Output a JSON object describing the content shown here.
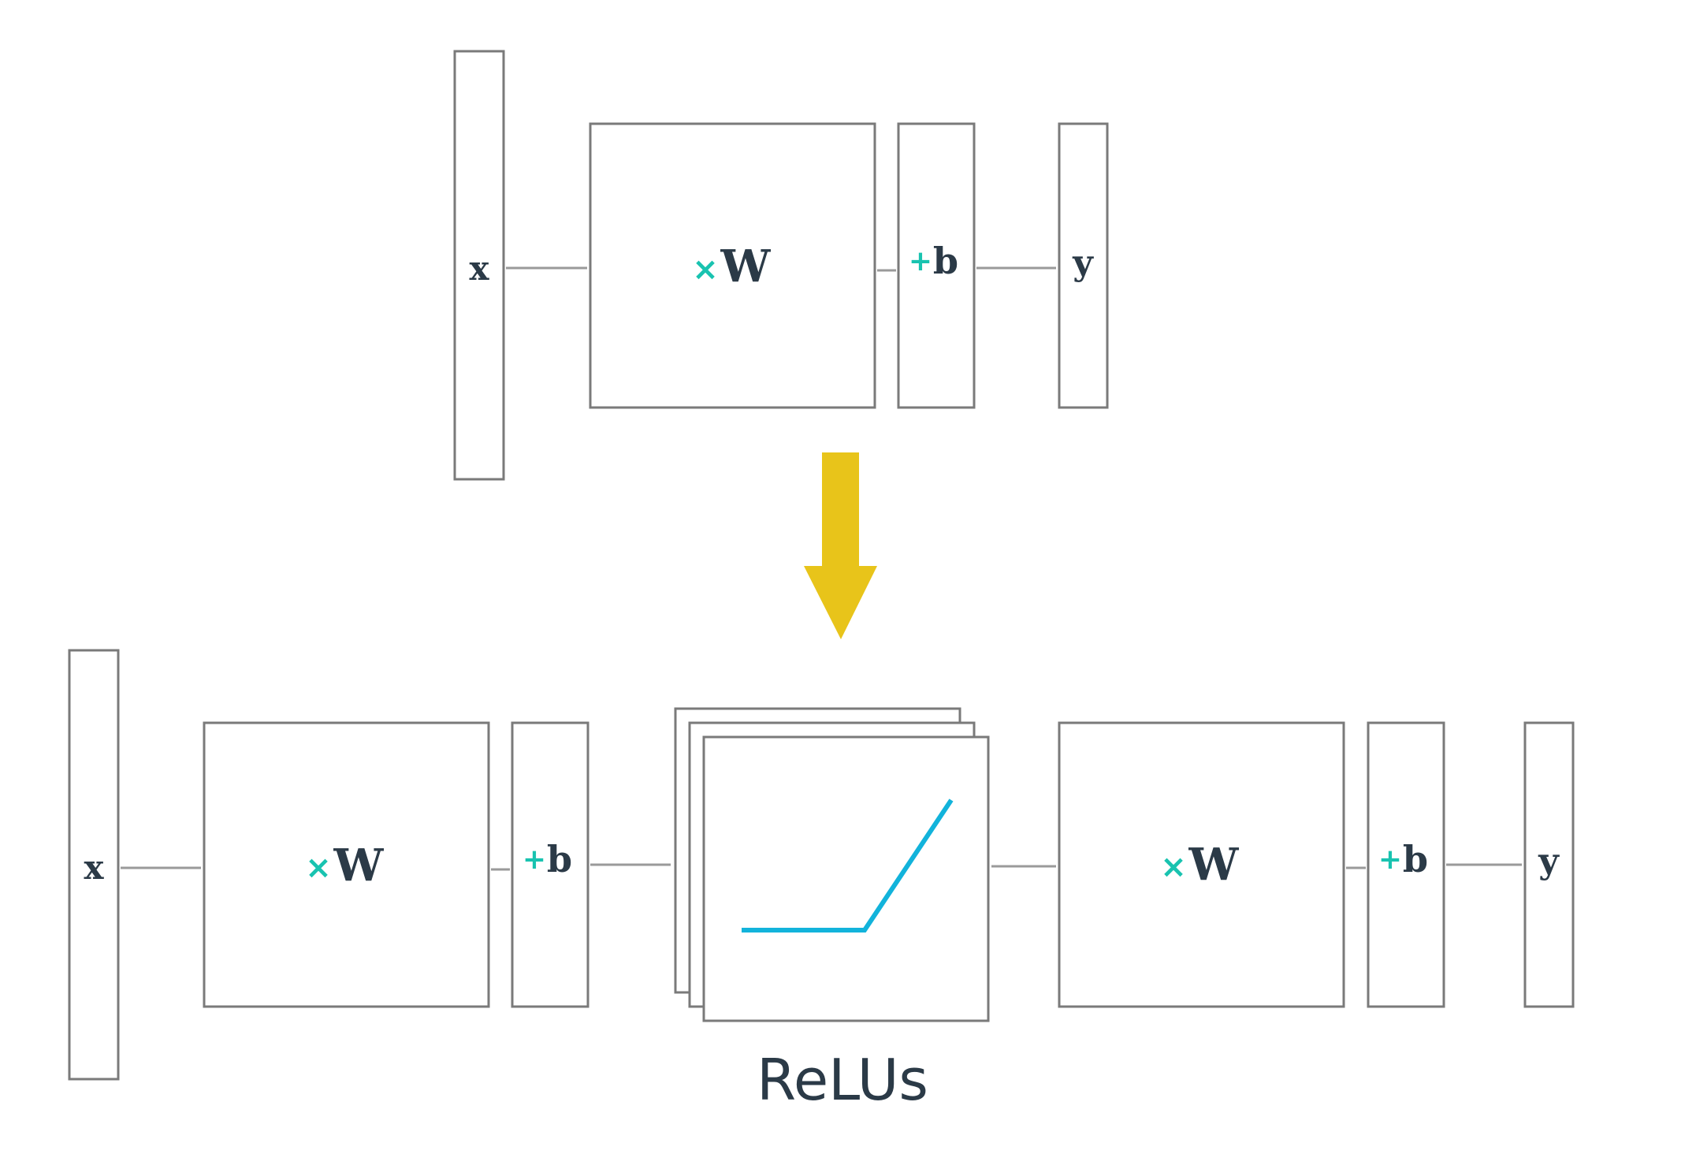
{
  "colors": {
    "box_stroke": "#7a7a7a",
    "wire": "#9a9a9a",
    "symbol_text": "#2b3a47",
    "operator_accent": "#19c3b0",
    "arrow": "#e8c41a",
    "relu_line": "#12b3db"
  },
  "top_model": {
    "input_label": "x",
    "weight_operator": "×",
    "weight_label": "W",
    "bias_operator": "+",
    "bias_label": "b",
    "output_label": "y"
  },
  "transform_arrow_icon": "down-arrow-icon",
  "bottom_model": {
    "input_label": "x",
    "layer1": {
      "weight_operator": "×",
      "weight_label": "W",
      "bias_operator": "+",
      "bias_label": "b"
    },
    "activation_caption": "ReLUs",
    "layer2": {
      "weight_operator": "×",
      "weight_label": "W",
      "bias_operator": "+",
      "bias_label": "b"
    },
    "output_label": "y"
  }
}
